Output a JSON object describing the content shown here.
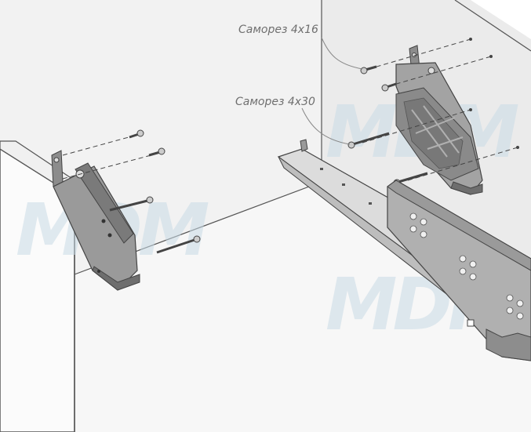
{
  "labels": {
    "screw_small": "Саморез 4х16",
    "screw_large": "Саморез 4х30"
  },
  "watermark": "MDM",
  "colors": {
    "panel": "#f1f1f1",
    "panel_light": "#fafafa",
    "edge": "#555555",
    "metal": "#9a9a9a",
    "metal_dark": "#6e6e6e",
    "metal_light": "#bdbdbd",
    "label": "#6f6f6f",
    "watermark": "#c9dbe6"
  },
  "icons": {
    "left_bracket": "mounting-bracket-icon",
    "right_bracket": "mounting-bracket-icon",
    "runner": "drawer-runner-icon",
    "screw": "screw-icon"
  }
}
